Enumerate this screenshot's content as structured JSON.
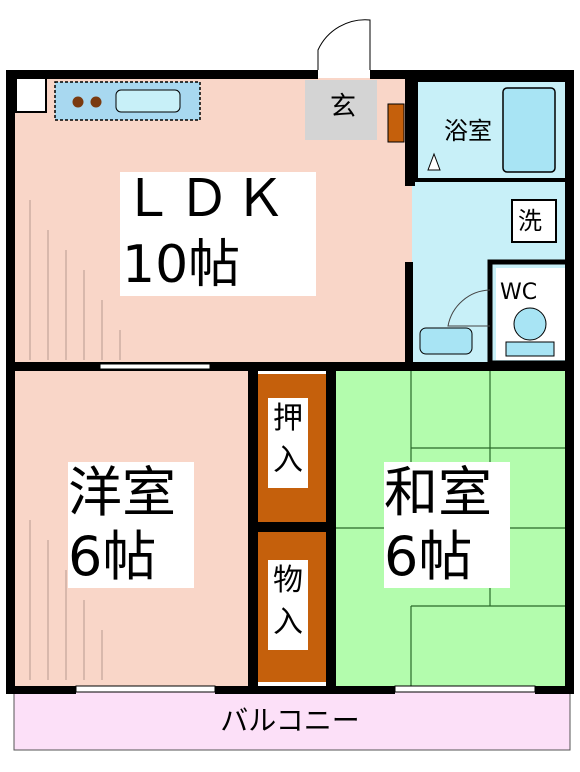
{
  "rooms": {
    "ldk": {
      "name": "ＬＤＫ",
      "size": "10帖"
    },
    "western": {
      "name": "洋室",
      "size": "6帖"
    },
    "japanese": {
      "name": "和室",
      "size": "6帖"
    }
  },
  "labels": {
    "entrance": "玄",
    "bath": "浴室",
    "washer": "洗",
    "wc": "WC",
    "oshiire_1": "押",
    "oshiire_2": "入",
    "monoire_1": "物",
    "monoire_2": "入",
    "balcony": "バルコニー"
  },
  "colors": {
    "ldk_floor": "#f9d6c8",
    "western_floor": "#f9d6c8",
    "japanese_floor": "#b3fcad",
    "wet_area": "#c8f0f8",
    "closet": "#c5600c",
    "entrance": "#d4d4d4",
    "balcony": "#fce0f8",
    "wall": "#000000"
  }
}
